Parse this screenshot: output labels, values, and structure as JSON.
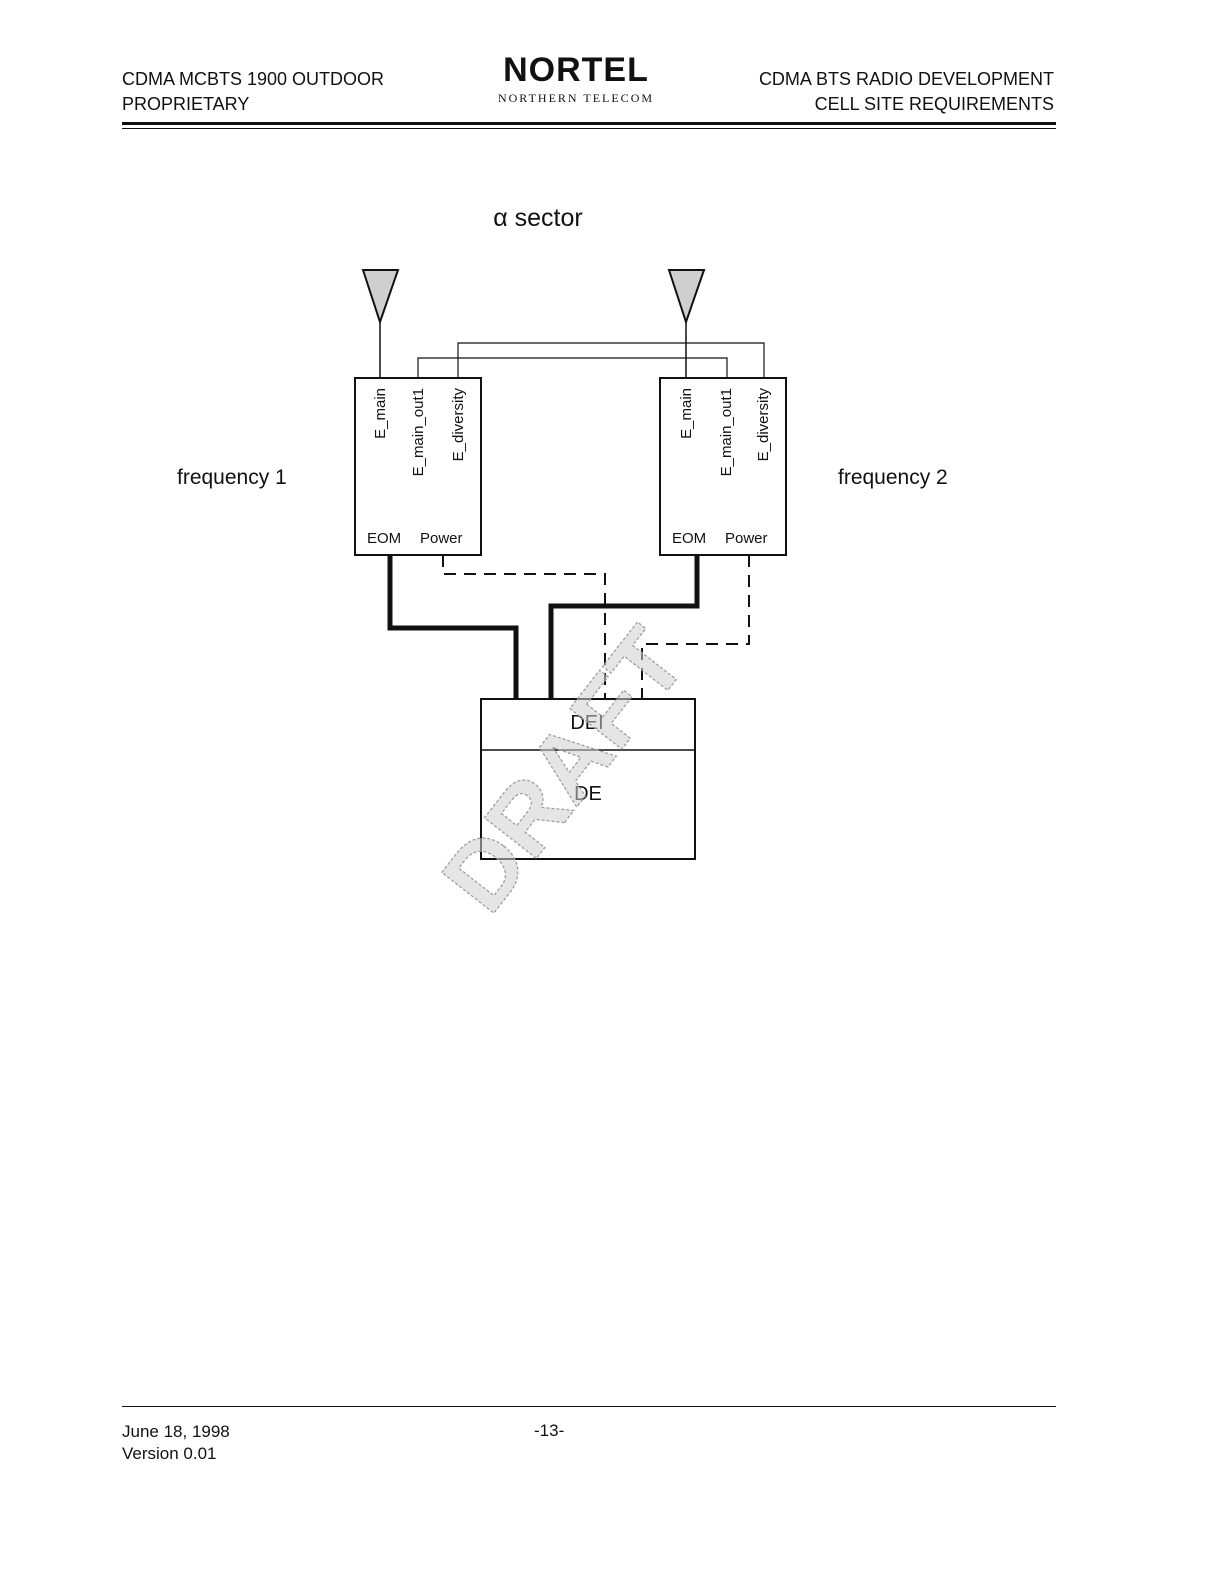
{
  "header": {
    "left_line1": "CDMA MCBTS 1900 OUTDOOR",
    "left_line2": "PROPRIETARY",
    "logo_main": "NORTEL",
    "logo_sub": "NORTHERN TELECOM",
    "right_line1": "CDMA BTS RADIO DEVELOPMENT",
    "right_line2": "CELL SITE REQUIREMENTS"
  },
  "diagram": {
    "title": "α sector",
    "left_label": "frequency 1",
    "right_label": "frequency 2",
    "port_main": "E_main",
    "port_main_out": "E_main_out1",
    "port_diversity": "E_diversity",
    "eom_label": "EOM",
    "power_label": "Power",
    "dei_label": "DEI",
    "de_label": "DE",
    "watermark": "DRAFT"
  },
  "footer": {
    "date": "June 18, 1998",
    "version": "Version 0.01",
    "page": "-13-"
  }
}
